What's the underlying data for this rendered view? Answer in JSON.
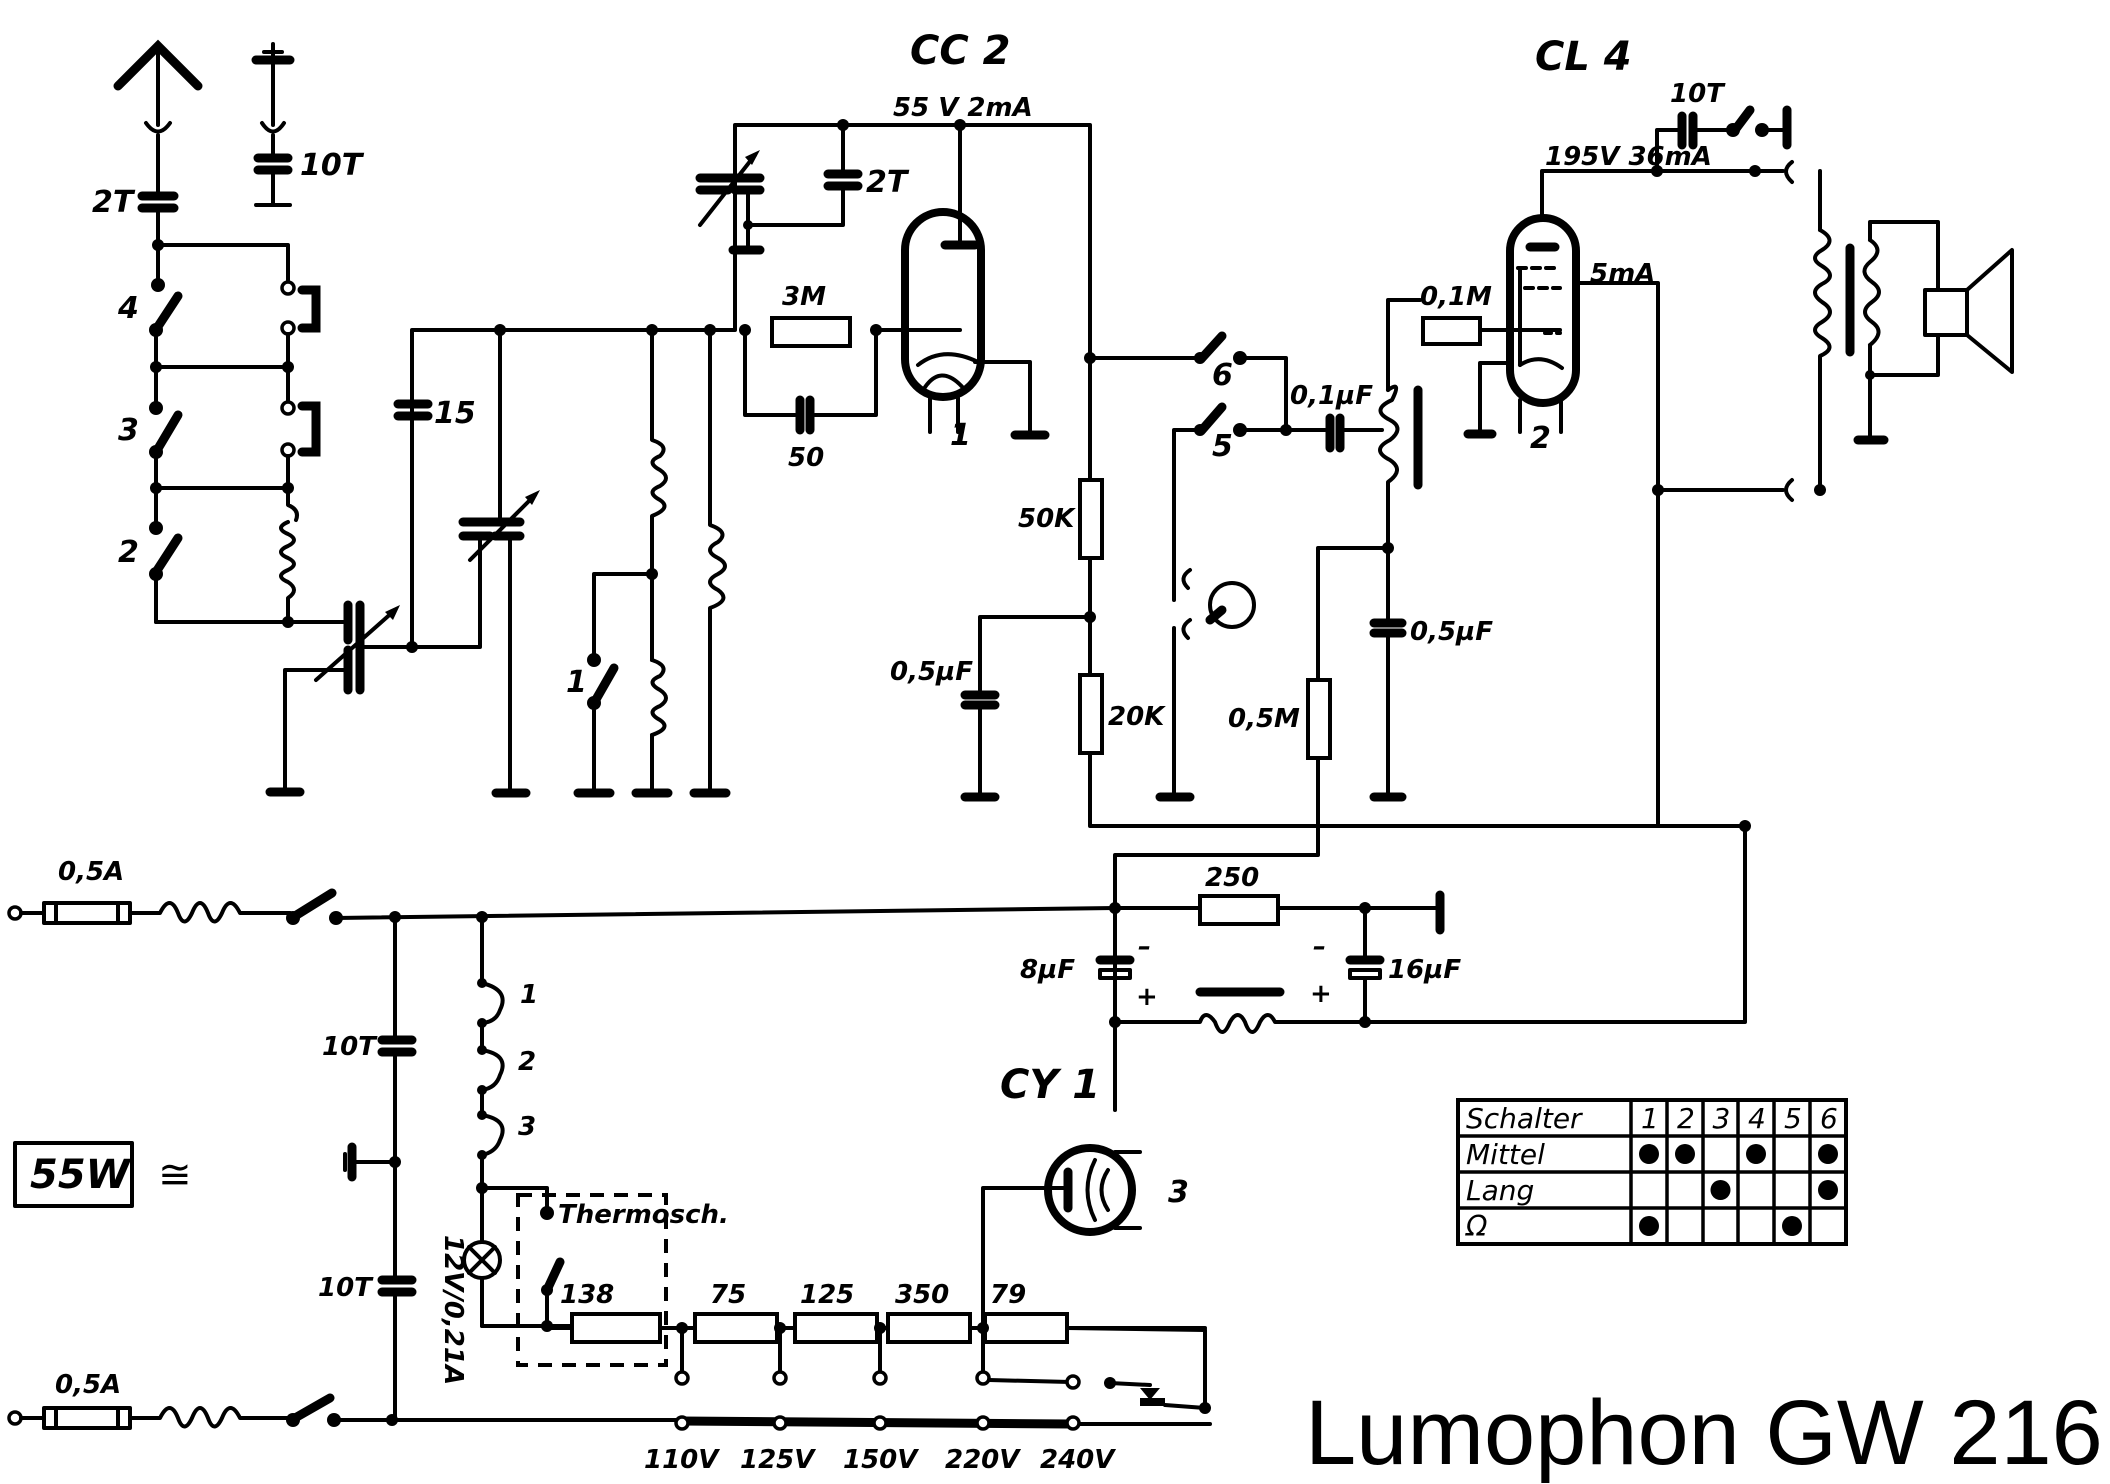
{
  "title": "Lumophon GW 216",
  "tubes": {
    "cc2": {
      "name": "CC 2",
      "operating": "55 V 2mA",
      "index": "1"
    },
    "cl4": {
      "name": "CL 4",
      "operating": "195V 36mA",
      "screen_current": "5mA",
      "index": "2"
    },
    "cy1": {
      "name": "CY 1",
      "index": "3"
    }
  },
  "antenna_section": {
    "antenna_cap": "2T",
    "earth_cap": "10T",
    "coupling_cap": "15",
    "switch_labels": [
      "4",
      "3",
      "2",
      "1"
    ]
  },
  "detector_section": {
    "tuning_trimmer": "2T",
    "grid_leak": "3M",
    "grid_cap": "50",
    "anode_resistor": "50K",
    "decoupling_resistor": "20K",
    "decoupling_cap": "0,5µF"
  },
  "output_section": {
    "switch_6": "6",
    "switch_5": "5",
    "coupling_cap": "0,1µF",
    "grid_stopper": "0,1M",
    "grid_resistor": "0,5M",
    "grid_cap": "0,5µF",
    "tone_cap": "10T"
  },
  "power_section": {
    "fuse_top": "0,5A",
    "fuse_bottom": "0,5A",
    "power_rating": "55W",
    "ac_dc_symbol": "≅",
    "mains_cap_top": "10T",
    "mains_cap_bottom": "10T",
    "heater_labels": [
      "1",
      "2",
      "3"
    ],
    "pilot_lamp": "12V/0,21A",
    "thermo_label": "Thermosch.",
    "series_resistors": [
      "138",
      "75",
      "125",
      "350",
      "79"
    ],
    "voltage_taps": [
      "110V",
      "125V",
      "150V",
      "220V",
      "240V"
    ],
    "filter_resistor": "250",
    "filter_cap_1": "8µF",
    "filter_cap_2": "16µF",
    "minus": "–",
    "plus": "+"
  },
  "switch_table": {
    "header": [
      "Schalter",
      "1",
      "2",
      "3",
      "4",
      "5",
      "6"
    ],
    "rows": [
      {
        "label": "Mittel",
        "on": [
          true,
          true,
          false,
          true,
          false,
          true
        ]
      },
      {
        "label": "Lang",
        "on": [
          false,
          false,
          true,
          false,
          false,
          true
        ]
      },
      {
        "label": "Ω",
        "on": [
          true,
          false,
          false,
          false,
          true,
          false
        ]
      }
    ]
  }
}
